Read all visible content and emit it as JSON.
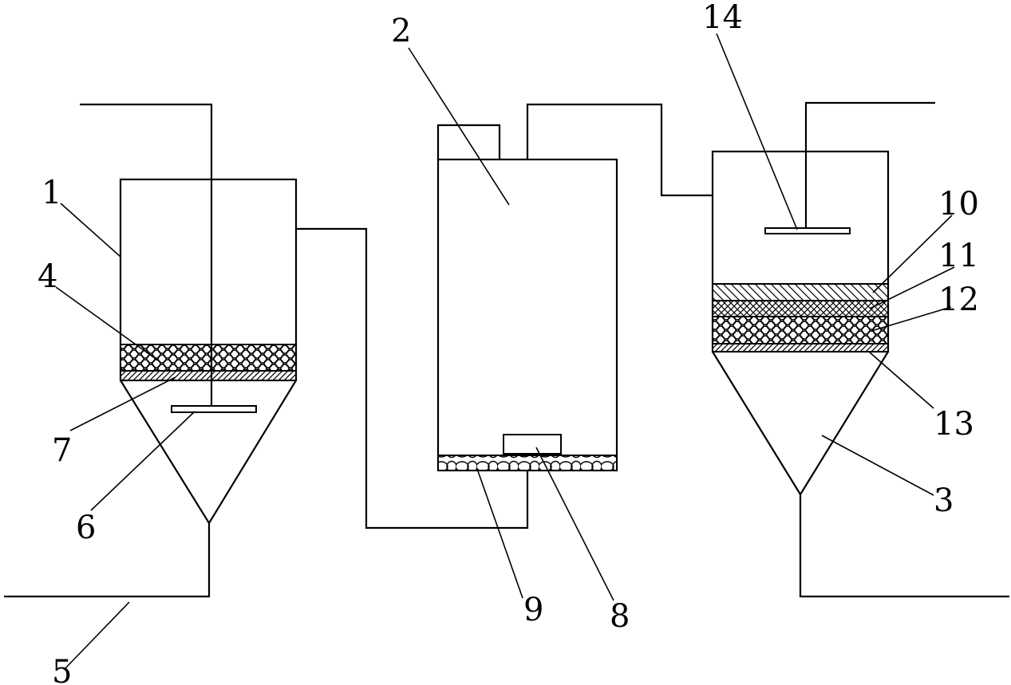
{
  "labels": {
    "n1": "1",
    "n2": "2",
    "n3": "3",
    "n4": "4",
    "n5": "5",
    "n6": "6",
    "n7": "7",
    "n8": "8",
    "n9": "9",
    "n10": "10",
    "n11": "11",
    "n12": "12",
    "n13": "13",
    "n14": "14"
  }
}
